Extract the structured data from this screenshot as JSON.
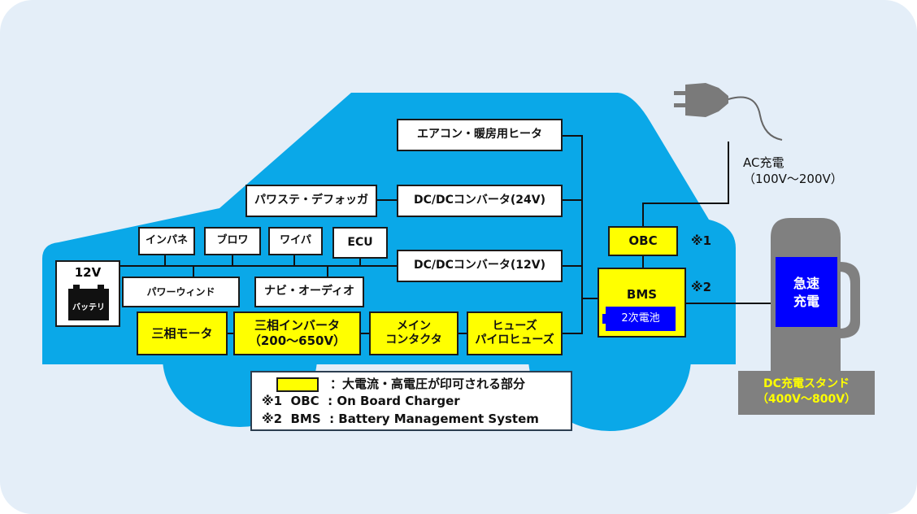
{
  "battery12v": {
    "voltage": "12V",
    "label": "バッテリ"
  },
  "boxes": {
    "aircon": "エアコン・暖房用ヒータ",
    "power_steering": "パワステ・デフォッガ",
    "dcdc24": "DC/DCコンバータ(24V)",
    "dcdc12": "DC/DCコンバータ(12V)",
    "inpane": "インパネ",
    "blower": "ブロワ",
    "wiper": "ワイパ",
    "ecu": "ECU",
    "power_window": "パワーウィンド",
    "navi_audio": "ナビ・オーディオ",
    "motor": "三相モータ",
    "inverter": "三相インバータ\n（200～650V）",
    "contactor": "メイン\nコンタクタ",
    "fuse": "ヒューズ\nパイロヒューズ",
    "obc": "OBC",
    "bms": "BMS",
    "battery2": "2次電池"
  },
  "notes": {
    "n1": "※1",
    "n2": "※2"
  },
  "ac_charge": "AC充電\n（100V～200V）",
  "dc_stand": {
    "screen": "急速\n充電",
    "label": "DC充電スタンド\n（400V～800V）"
  },
  "legend": {
    "row1": "：大電流・高電圧が印可される部分",
    "row2": "※1  OBC  : On Board Charger",
    "row3": "※2  BMS  : Battery Management System"
  },
  "colors": {
    "car_body": "#0aa8e8",
    "background": "#e4eef8",
    "high_voltage": "#ffff00",
    "stand_gray": "#808080",
    "stand_screen": "#0000ff",
    "stand_text": "#ffff00",
    "plug": "#7a7a7a"
  },
  "icons": [
    "plug-icon",
    "battery-icon",
    "charger-icon"
  ]
}
